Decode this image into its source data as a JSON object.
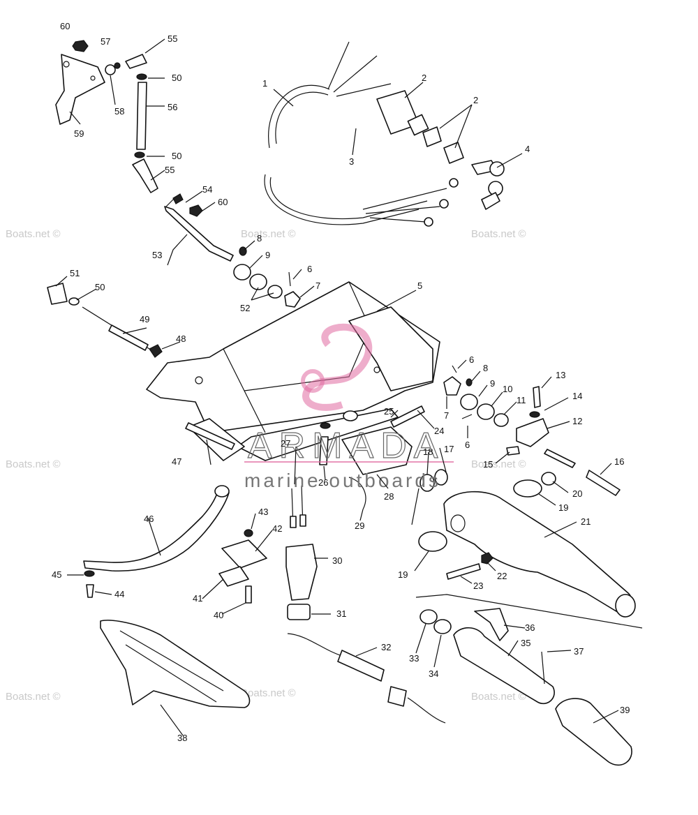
{
  "watermark": "Boats.net ©",
  "logo": {
    "brand": "ARMADA",
    "tagline": "marine outboards",
    "accent_color": "#e06aa0"
  },
  "callouts": [
    "1",
    "2",
    "3",
    "4",
    "5",
    "6",
    "7",
    "8",
    "9",
    "10",
    "11",
    "12",
    "13",
    "14",
    "15",
    "16",
    "17",
    "18",
    "19",
    "20",
    "21",
    "22",
    "23",
    "24",
    "25",
    "26",
    "27",
    "28",
    "29",
    "30",
    "31",
    "32",
    "33",
    "34",
    "35",
    "36",
    "37",
    "38",
    "39",
    "40",
    "41",
    "42",
    "43",
    "44",
    "45",
    "46",
    "47",
    "48",
    "49",
    "50",
    "51",
    "52",
    "53",
    "54",
    "55",
    "56",
    "57",
    "58",
    "59",
    "60"
  ]
}
